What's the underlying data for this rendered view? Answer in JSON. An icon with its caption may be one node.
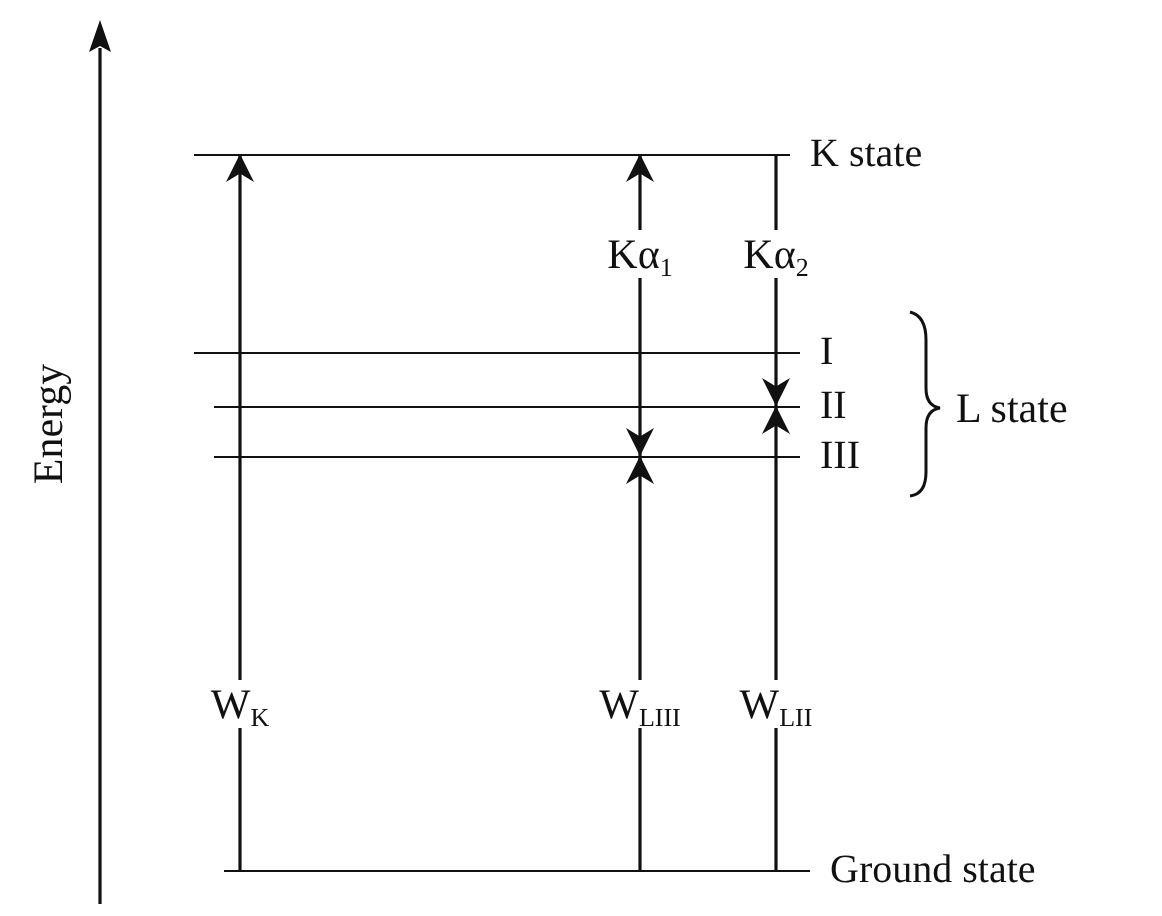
{
  "diagram": {
    "nodes": [
      {
        "text": [
          "K state"
        ]
      },
      {
        "text": [
          "I"
        ]
      },
      {
        "text": [
          "II"
        ]
      },
      {
        "text": [
          "III"
        ]
      },
      {
        "text": [
          "Ground state"
        ]
      }
    ],
    "edges": [
      {
        "from": 4,
        "to": 0,
        "arrow": "to",
        "label": "W$_{K}$"
      },
      {
        "from": 0,
        "to": 3,
        "arrow": "both",
        "label": "Kα$_{1}$"
      },
      {
        "from": 0,
        "to": 2,
        "arrow": "to",
        "label": "Kα$_{2}$"
      },
      {
        "from": 4,
        "to": 3,
        "arrow": "to",
        "label": "W$_{LIII}$"
      },
      {
        "from": 4,
        "to": 2,
        "arrow": "to",
        "label": "W$_{LII}$"
      }
    ],
    "labels": [
      "Energy",
      "L state"
    ]
  }
}
